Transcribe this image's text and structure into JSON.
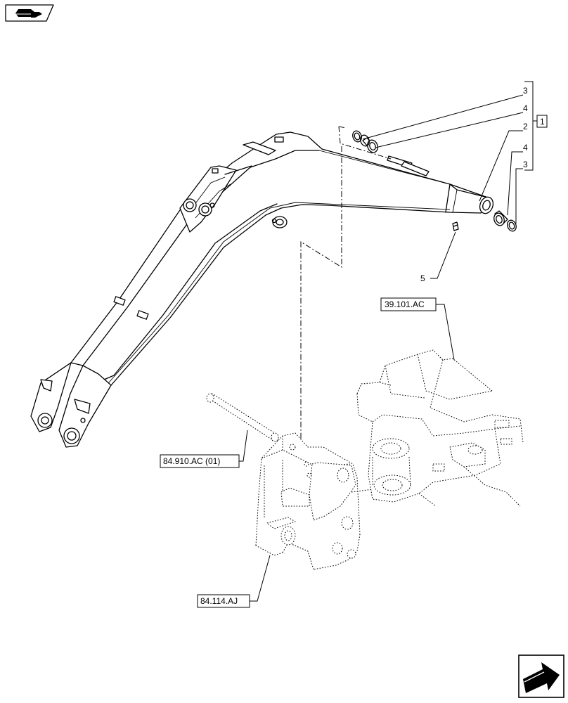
{
  "callouts": {
    "c3_top": "3",
    "c4_top": "4",
    "c2": "2",
    "c4_bottom": "4",
    "c3_bottom": "3",
    "c5": "5",
    "group": "1"
  },
  "references": {
    "swing_frame": "39.101.AC",
    "pin": "84.910.AC (01)",
    "kingpost": "84.114.AJ"
  },
  "icons": {
    "top_left": "book-arrow-icon",
    "bottom_right": "navigate-arrow-icon"
  }
}
